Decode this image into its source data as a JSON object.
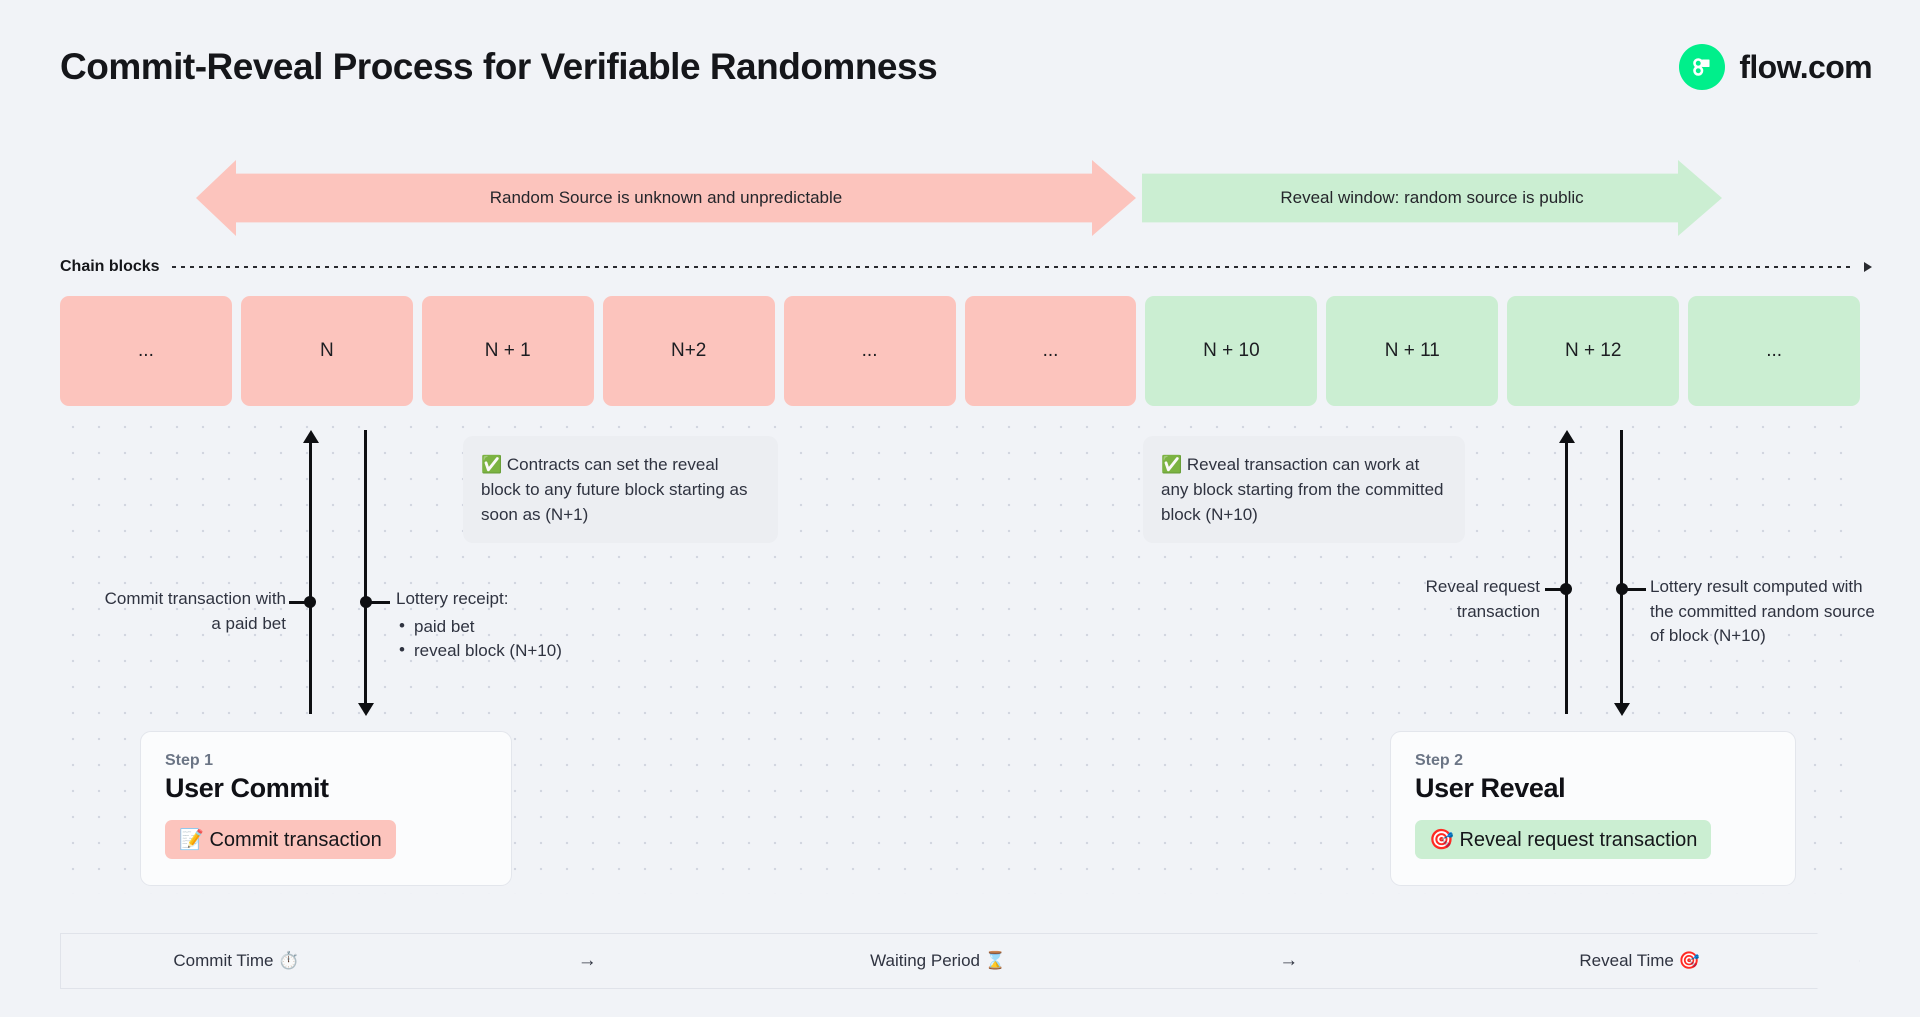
{
  "header": {
    "title": "Commit-Reveal Process for Verifiable Randomness",
    "brand_name": "flow.com",
    "brand_color": "#00ef8b"
  },
  "banners": {
    "unknown_label": "Random Source is unknown and unpredictable",
    "reveal_label": "Reveal window: random source is public",
    "pink_color": "#fcc4bd",
    "green_color": "#cbeed2"
  },
  "chain": {
    "label": "Chain blocks",
    "blocks": [
      {
        "label": "...",
        "state": "pink"
      },
      {
        "label": "N",
        "state": "pink"
      },
      {
        "label": "N + 1",
        "state": "pink"
      },
      {
        "label": "N+2",
        "state": "pink"
      },
      {
        "label": "...",
        "state": "pink"
      },
      {
        "label": "...",
        "state": "pink"
      },
      {
        "label": "N + 10",
        "state": "green"
      },
      {
        "label": "N + 11",
        "state": "green"
      },
      {
        "label": "N + 12",
        "state": "green"
      },
      {
        "label": "...",
        "state": "green"
      }
    ]
  },
  "callouts": {
    "commit_note": "✅ Contracts can set the reveal block to any future block starting as soon as (N+1)",
    "reveal_note": "✅ Reveal transaction can work at any block starting from the committed block (N+10)"
  },
  "annotations": {
    "commit_tx": "Commit transaction with a paid bet",
    "lottery_receipt_title": "Lottery receipt:",
    "lottery_receipt_items": [
      "paid bet",
      "reveal block (N+10)"
    ],
    "reveal_request": "Reveal request transaction",
    "lottery_result": "Lottery result computed with the committed random source of block (N+10)"
  },
  "steps": [
    {
      "eyebrow": "Step 1",
      "title": "User Commit",
      "pill_icon": "memo-icon",
      "pill_emoji": "📝",
      "pill_label": "Commit transaction"
    },
    {
      "eyebrow": "Step 2",
      "title": "User Reveal",
      "pill_icon": "target-icon",
      "pill_emoji": "🎯",
      "pill_label": "Reveal request transaction"
    }
  ],
  "timeline": {
    "items": [
      {
        "label": "Commit Time ⏱️"
      },
      {
        "label": "→"
      },
      {
        "label": "Waiting Period ⌛"
      },
      {
        "label": "→"
      },
      {
        "label": "Reveal Time 🎯"
      }
    ]
  }
}
